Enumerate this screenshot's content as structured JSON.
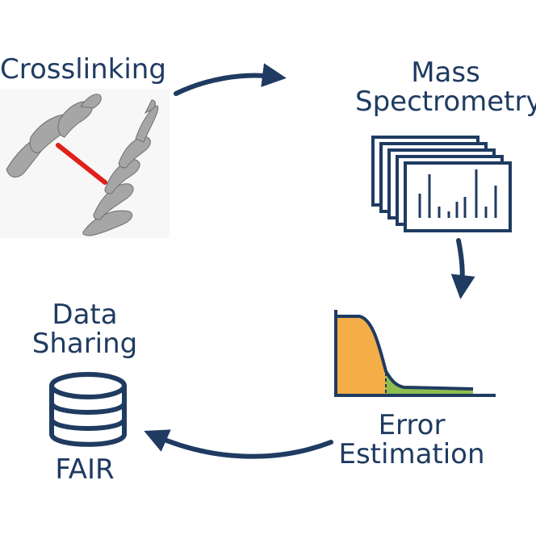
{
  "steps": {
    "crosslinking": {
      "title": "Crosslinking"
    },
    "mass_spectrometry": {
      "line1": "Mass",
      "line2": "Spectrometry"
    },
    "error_estimation": {
      "line1": "Error",
      "line2": "Estimation"
    },
    "data_sharing": {
      "line1": "Data",
      "line2": "Sharing",
      "tag": "FAIR"
    }
  },
  "icons": [
    "protein-helix-crosslink-icon",
    "mass-spectra-stack-icon",
    "error-distribution-icon",
    "database-icon"
  ],
  "colors": {
    "text": "#1f3b61",
    "arrow": "#1f3b61",
    "crosslink": "#e0201b",
    "helix": "#9a9a9a",
    "target_fill": "#f5ad47",
    "decoy_fill": "#8fbe4f"
  }
}
